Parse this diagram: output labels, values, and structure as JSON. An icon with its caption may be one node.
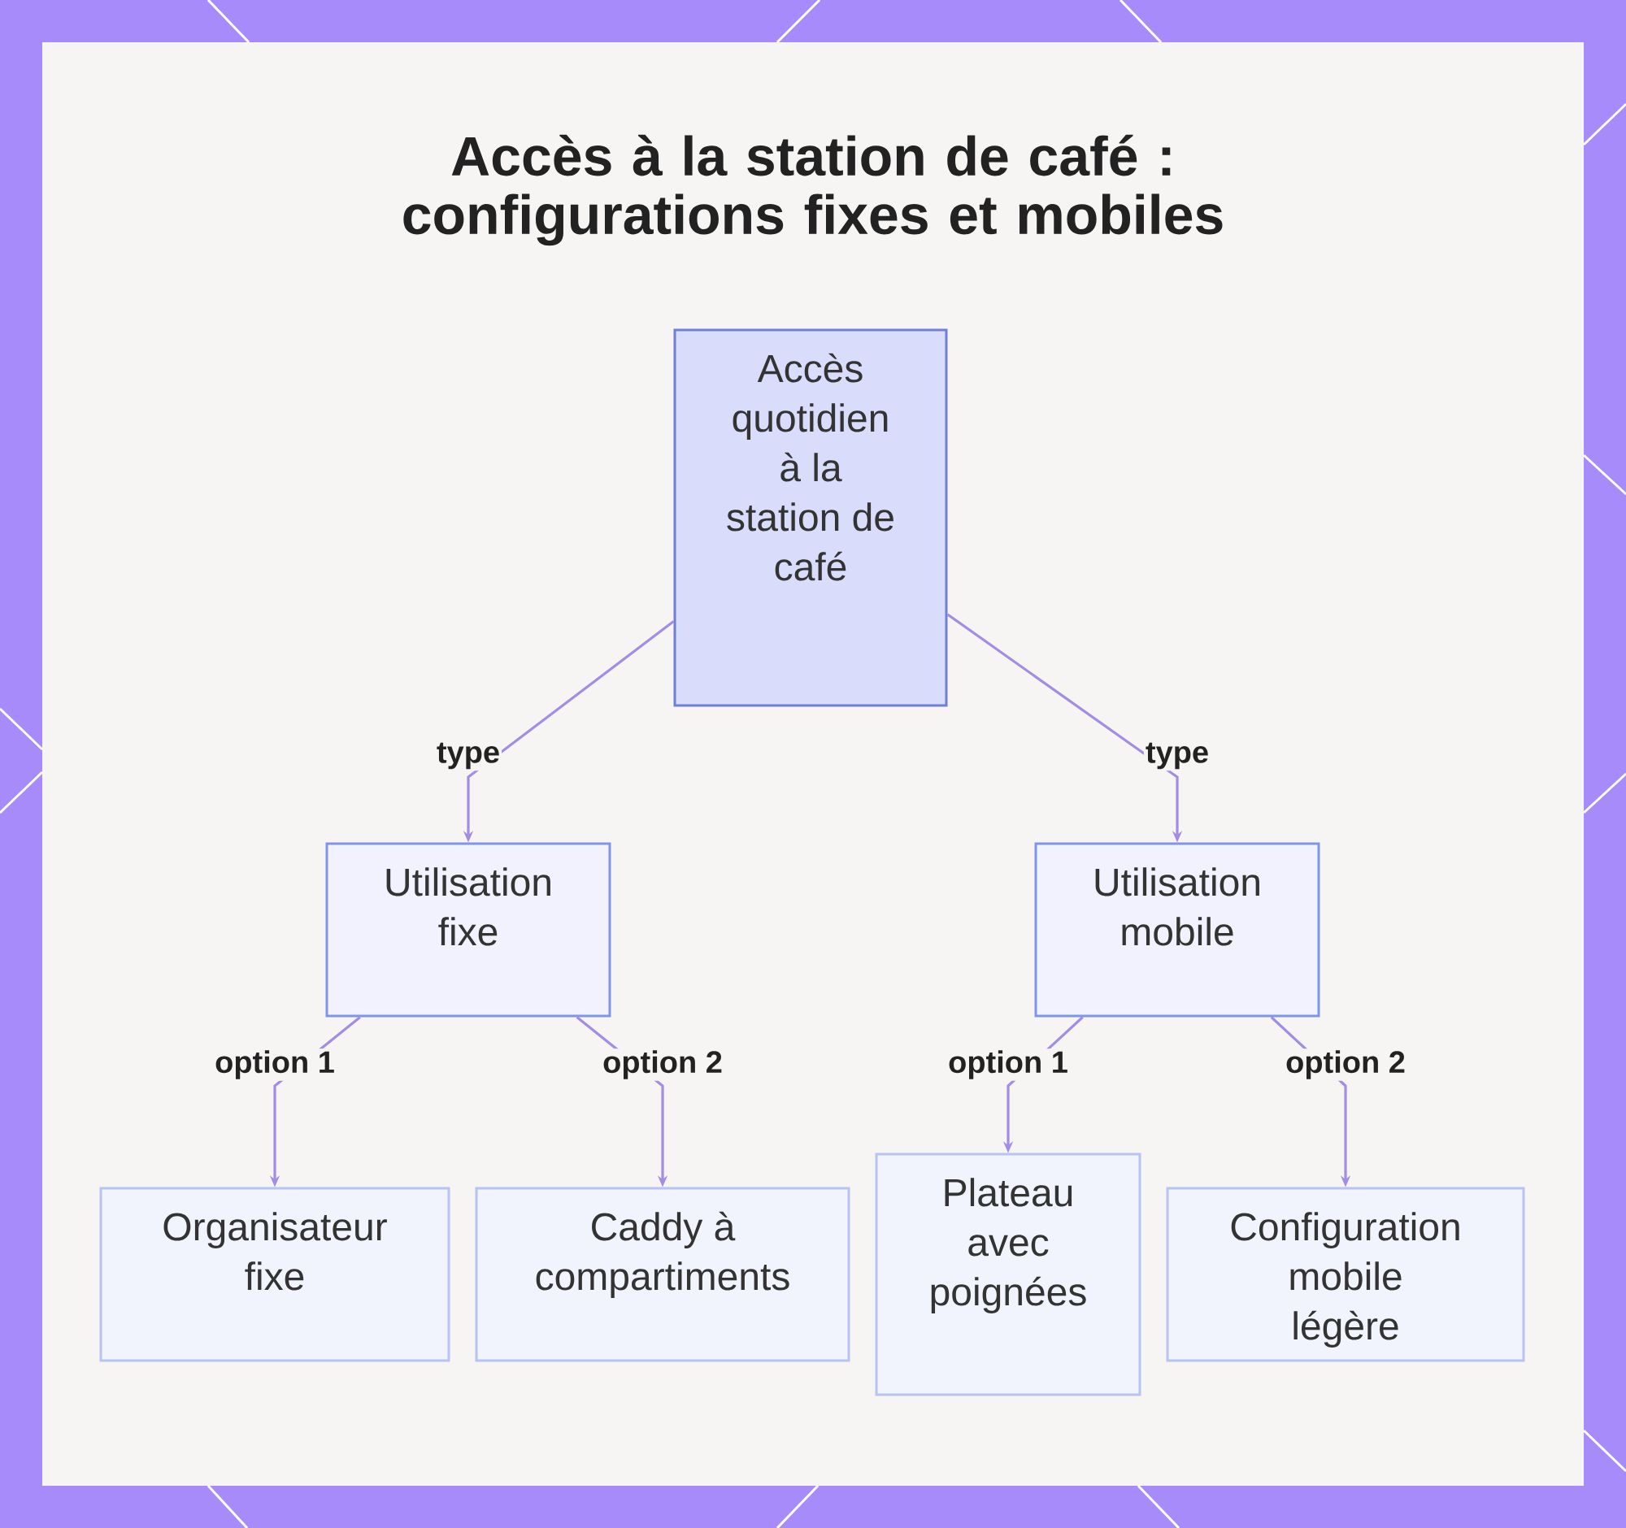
{
  "diagram": {
    "title": "Accès à la station de café : configurations fixes et mobiles",
    "nodes": [
      {
        "text": [
          "Accès quotidien à la station de café"
        ]
      },
      {
        "text": [
          "Utilisation fixe"
        ]
      },
      {
        "text": [
          "Utilisation mobile"
        ]
      },
      {
        "text": [
          "Organisateur fixe"
        ]
      },
      {
        "text": [
          "Caddy à compartiments"
        ]
      },
      {
        "text": [
          "Plateau avec poignées"
        ]
      },
      {
        "text": [
          "Configuration mobile légère"
        ]
      }
    ],
    "edges": [
      {
        "from": 0,
        "to": 1,
        "arrow": "to",
        "label": "type"
      },
      {
        "from": 0,
        "to": 2,
        "arrow": "to",
        "label": "type"
      },
      {
        "from": 1,
        "to": 3,
        "arrow": "to",
        "label": "option 1"
      },
      {
        "from": 1,
        "to": 4,
        "arrow": "to",
        "label": "option 2"
      },
      {
        "from": 2,
        "to": 5,
        "arrow": "to",
        "label": "option 1"
      },
      {
        "from": 2,
        "to": 6,
        "arrow": "to",
        "label": "option 2"
      }
    ]
  }
}
